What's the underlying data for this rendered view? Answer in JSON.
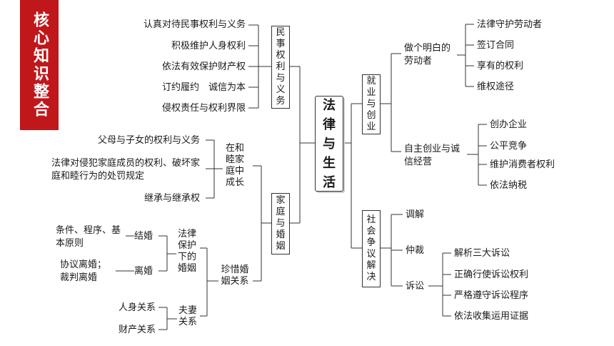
{
  "banner": "核心知识整合",
  "center": "法律与生活",
  "left": {
    "civil": {
      "label": "民事权利与义务",
      "items": [
        "认真对待民事权利与义务",
        "积极维护人身权利",
        "依法有效保护财产权",
        "订约履约　诚信为本",
        "侵权责任与权利界限"
      ]
    },
    "family": {
      "label": "家庭与婚姻",
      "harmony": {
        "label": "在和睦家庭中成长",
        "items": [
          "父母与子女的权利与义务",
          "法律对侵犯家庭成员的权利、破坏家庭和睦行为的处罚规定",
          "继承与继承权"
        ]
      },
      "marriage": {
        "label": "珍惜婚姻关系",
        "law": {
          "label": "法律保护下的婚姻",
          "marry": "结婚",
          "marry_detail": "条件、程序、基本原则",
          "divorce": "离婚",
          "divorce_detail": "协议离婚；裁判离婚"
        },
        "spouse": {
          "label": "夫妻关系",
          "items": [
            "人身关系",
            "财产关系"
          ]
        }
      }
    }
  },
  "right": {
    "employment": {
      "label": "就业与创业",
      "worker": {
        "label": "做个明白的劳动者",
        "items": [
          "法律守护劳动者",
          "签订合同",
          "享有的权利",
          "维权途径"
        ]
      },
      "startup": {
        "label": "自主创业与诚信经营",
        "items": [
          "创办企业",
          "公平竞争",
          "维护消费者权利",
          "依法纳税"
        ]
      }
    },
    "dispute": {
      "label": "社会争议解决",
      "mediation": "调解",
      "arbitration": "仲裁",
      "litigation": {
        "label": "诉讼",
        "items": [
          "解析三大诉讼",
          "正确行使诉讼权利",
          "严格遵守诉讼程序",
          "依法收集运用证据"
        ]
      }
    }
  }
}
